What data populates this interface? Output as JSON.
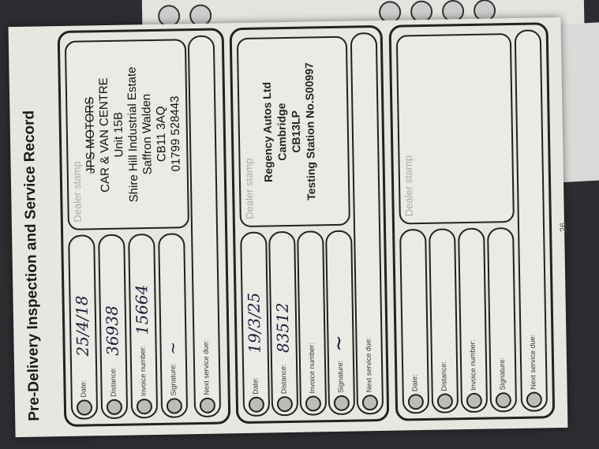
{
  "title": "Pre-Delivery Inspection and Service Record",
  "page_number": "26",
  "labels": {
    "date": "Date:",
    "distance": "Distance:",
    "invoice": "Invoice number:",
    "signature": "Signature:",
    "next": "Next service due:",
    "stamp": "Dealer stamp"
  },
  "records": [
    {
      "date": "25/4/18",
      "distance": "36938",
      "invoice": "15664",
      "signature": "~",
      "stamp_lines": [
        "JPS MOTORS",
        "CAR & VAN CENTRE",
        "Unit 15B",
        "Shire Hill Industrial Estate",
        "Saffron Walden",
        "CB11 3AQ",
        "01799 528443"
      ]
    },
    {
      "date": "19/3/25",
      "distance": "83512",
      "invoice": "",
      "signature": "~",
      "stamp_lines": [
        "Regency Autos Ltd",
        "Cambridge",
        "CB13LP",
        "Testing Station No.S00997"
      ]
    },
    {
      "date": "",
      "distance": "",
      "invoice": "",
      "signature": "",
      "stamp_lines": []
    }
  ]
}
